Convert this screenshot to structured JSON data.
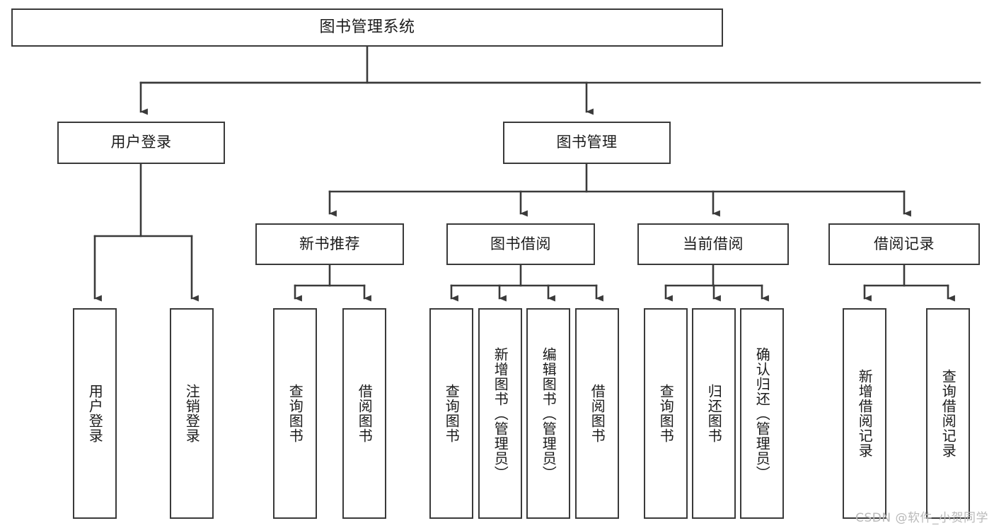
{
  "diagram": {
    "title": "图书管理系统",
    "type": "tree",
    "watermark": "CSDN @软件_小贺同学",
    "colors": {
      "background": "#ffffff",
      "border": "#3a3a3a",
      "text": "#1b1b1b",
      "edge": "#3a3a3a",
      "watermark": "#b9b9b9"
    },
    "nodes": {
      "root": {
        "label": "图书管理系统",
        "level": 1
      },
      "level2": [
        {
          "id": "user-login",
          "label": "用户登录"
        },
        {
          "id": "book-manage",
          "label": "图书管理"
        }
      ],
      "level3": [
        {
          "id": "new-book-recommend",
          "label": "新书推荐",
          "parent": "book-manage"
        },
        {
          "id": "book-borrow",
          "label": "图书借阅",
          "parent": "book-manage"
        },
        {
          "id": "current-borrow",
          "label": "当前借阅",
          "parent": "book-manage"
        },
        {
          "id": "borrow-record",
          "label": "借阅记录",
          "parent": "book-manage"
        }
      ],
      "leaves": [
        {
          "id": "leaf-user-login",
          "label": "用户登录",
          "parent": "user-login"
        },
        {
          "id": "leaf-logout-login",
          "label": "注销登录",
          "parent": "user-login"
        },
        {
          "id": "leaf-query-book-1",
          "label": "查询图书",
          "parent": "new-book-recommend"
        },
        {
          "id": "leaf-borrow-book-1",
          "label": "借阅图书",
          "parent": "new-book-recommend"
        },
        {
          "id": "leaf-query-book-2",
          "label": "查询图书",
          "parent": "book-borrow"
        },
        {
          "id": "leaf-add-book",
          "label": "新增图书（管理员）",
          "parent": "book-borrow"
        },
        {
          "id": "leaf-edit-book",
          "label": "编辑图书（管理员）",
          "parent": "book-borrow"
        },
        {
          "id": "leaf-borrow-book-2",
          "label": "借阅图书",
          "parent": "book-borrow"
        },
        {
          "id": "leaf-query-book-3",
          "label": "查询图书",
          "parent": "current-borrow"
        },
        {
          "id": "leaf-return-book",
          "label": "归还图书",
          "parent": "current-borrow"
        },
        {
          "id": "leaf-confirm-return",
          "label": "确认归还（管理员）",
          "parent": "current-borrow"
        },
        {
          "id": "leaf-add-record",
          "label": "新增借阅记录",
          "parent": "borrow-record"
        },
        {
          "id": "leaf-query-record",
          "label": "查询借阅记录",
          "parent": "borrow-record"
        }
      ]
    }
  }
}
